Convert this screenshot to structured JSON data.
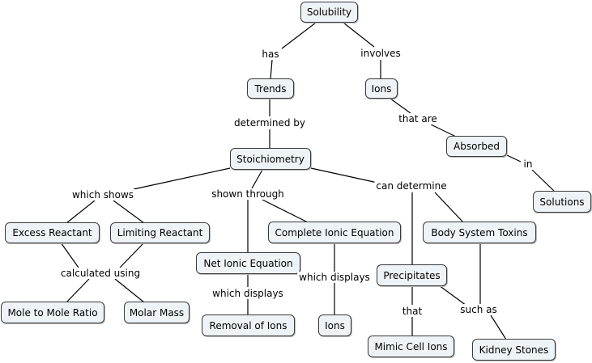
{
  "concepts": {
    "solubility": "Solubility",
    "trends": "Trends",
    "ions_top": "Ions",
    "absorbed": "Absorbed",
    "solutions": "Solutions",
    "stoichiometry": "Stoichiometry",
    "excess_reactant": "Excess Reactant",
    "limiting_reactant": "Limiting Reactant",
    "complete_ionic_equation": "Complete Ionic Equation",
    "body_system_toxins": "Body System Toxins",
    "net_ionic_equation": "Net Ionic Equation",
    "precipitates": "Precipitates",
    "mole_to_mole_ratio": "Mole to Mole Ratio",
    "molar_mass": "Molar Mass",
    "removal_of_ions": "Removal of Ions",
    "ions_bottom": "Ions",
    "mimic_cell_ions": "Mimic Cell Ions",
    "kidney_stones": "Kidney Stones"
  },
  "links": {
    "has": "has",
    "involves": "involves",
    "that_are": "that are",
    "in": "in",
    "determined_by": "determined by",
    "which_shows": "which shows",
    "shown_through": "shown through",
    "can_determine": "can determine",
    "calculated_using": "calculated using",
    "which_displays_left": "which displays",
    "which_displays_right": "which displays",
    "that": "that",
    "such_as": "such as"
  }
}
